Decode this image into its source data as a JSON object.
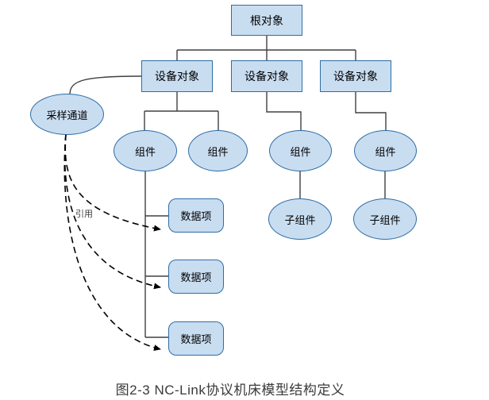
{
  "figure": {
    "caption": "图2-3 NC-Link协议机床模型结构定义"
  },
  "nodes": {
    "root": "根对象",
    "device1": "设备对象",
    "device2": "设备对象",
    "device3": "设备对象",
    "sampling_channel": "采样通道",
    "component1": "组件",
    "component2": "组件",
    "component3": "组件",
    "component4": "组件",
    "subcomponent1": "子组件",
    "subcomponent2": "子组件",
    "data_item1": "数据项",
    "data_item2": "数据项",
    "data_item3": "数据项"
  },
  "labels": {
    "reference": "引用"
  },
  "colors": {
    "node_fill": "#c9ddf1",
    "node_border": "#2e6da4",
    "connector": "#404040",
    "reference_arrow": "#000000",
    "caption_text": "#3a3a3a"
  }
}
